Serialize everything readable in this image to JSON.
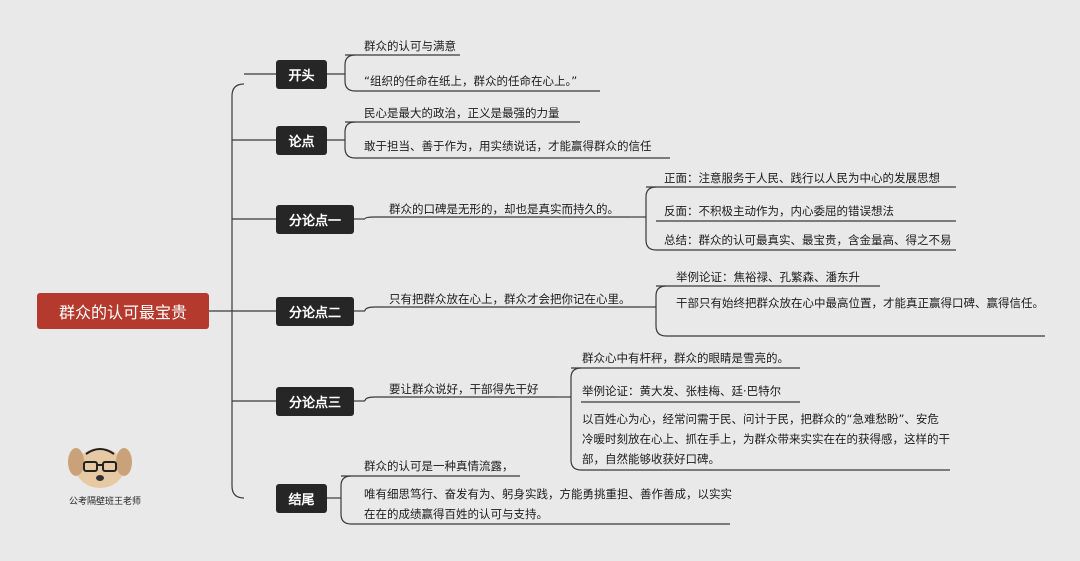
{
  "root": "群众的认可最宝贵",
  "sections": [
    {
      "label": "开头",
      "items": [
        "群众的认可与满意",
        "“组织的任命在纸上，群众的任命在心上。”"
      ]
    },
    {
      "label": "论点",
      "items": [
        "民心是最大的政治，正义是最强的力量",
        "敢于担当、善于作为，用实绩说话，才能赢得群众的信任"
      ]
    },
    {
      "label": "分论点一",
      "main": "群众的口碑是无形的，却也是真实而持久的。",
      "subs": [
        "正面：注意服务于人民、践行以人民为中心的发展思想",
        "反面：不积极主动作为，内心委屈的错误想法",
        "总结：群众的认可最真实、最宝贵，含金量高、得之不易"
      ]
    },
    {
      "label": "分论点二",
      "main": "只有把群众放在心上，群众才会把你记在心里。",
      "subs": [
        "举例论证：焦裕禄、孔繁森、潘东升",
        "干部只有始终把群众放在心中最高位置，才能真正赢得口碑、赢得信任。"
      ]
    },
    {
      "label": "分论点三",
      "main": "要让群众说好，干部得先干好",
      "subs": [
        "群众心中有杆秤，群众的眼睛是雪亮的。",
        "举例论证：黄大发、张桂梅、廷·巴特尔",
        "以百姓心为心，经常问需于民、问计于民，把群众的“急难愁盼”、安危冷暖时刻放在心上、抓在手上，为群众带来实实在在的获得感，这样的干部，自然能够收获好口碑。"
      ]
    },
    {
      "label": "结尾",
      "items": [
        "群众的认可是一种真情流露，",
        "唯有细思笃行、奋发有为、躬身实践，方能勇挑重担、善作善成，以实实在在的成绩赢得百姓的认可与支持。"
      ]
    }
  ],
  "watermark": "公考隔壁班王老师",
  "colors": {
    "root": "#b33a2c",
    "node": "#262626",
    "line": "#3a3a3a",
    "background": "#e9e9e9"
  }
}
